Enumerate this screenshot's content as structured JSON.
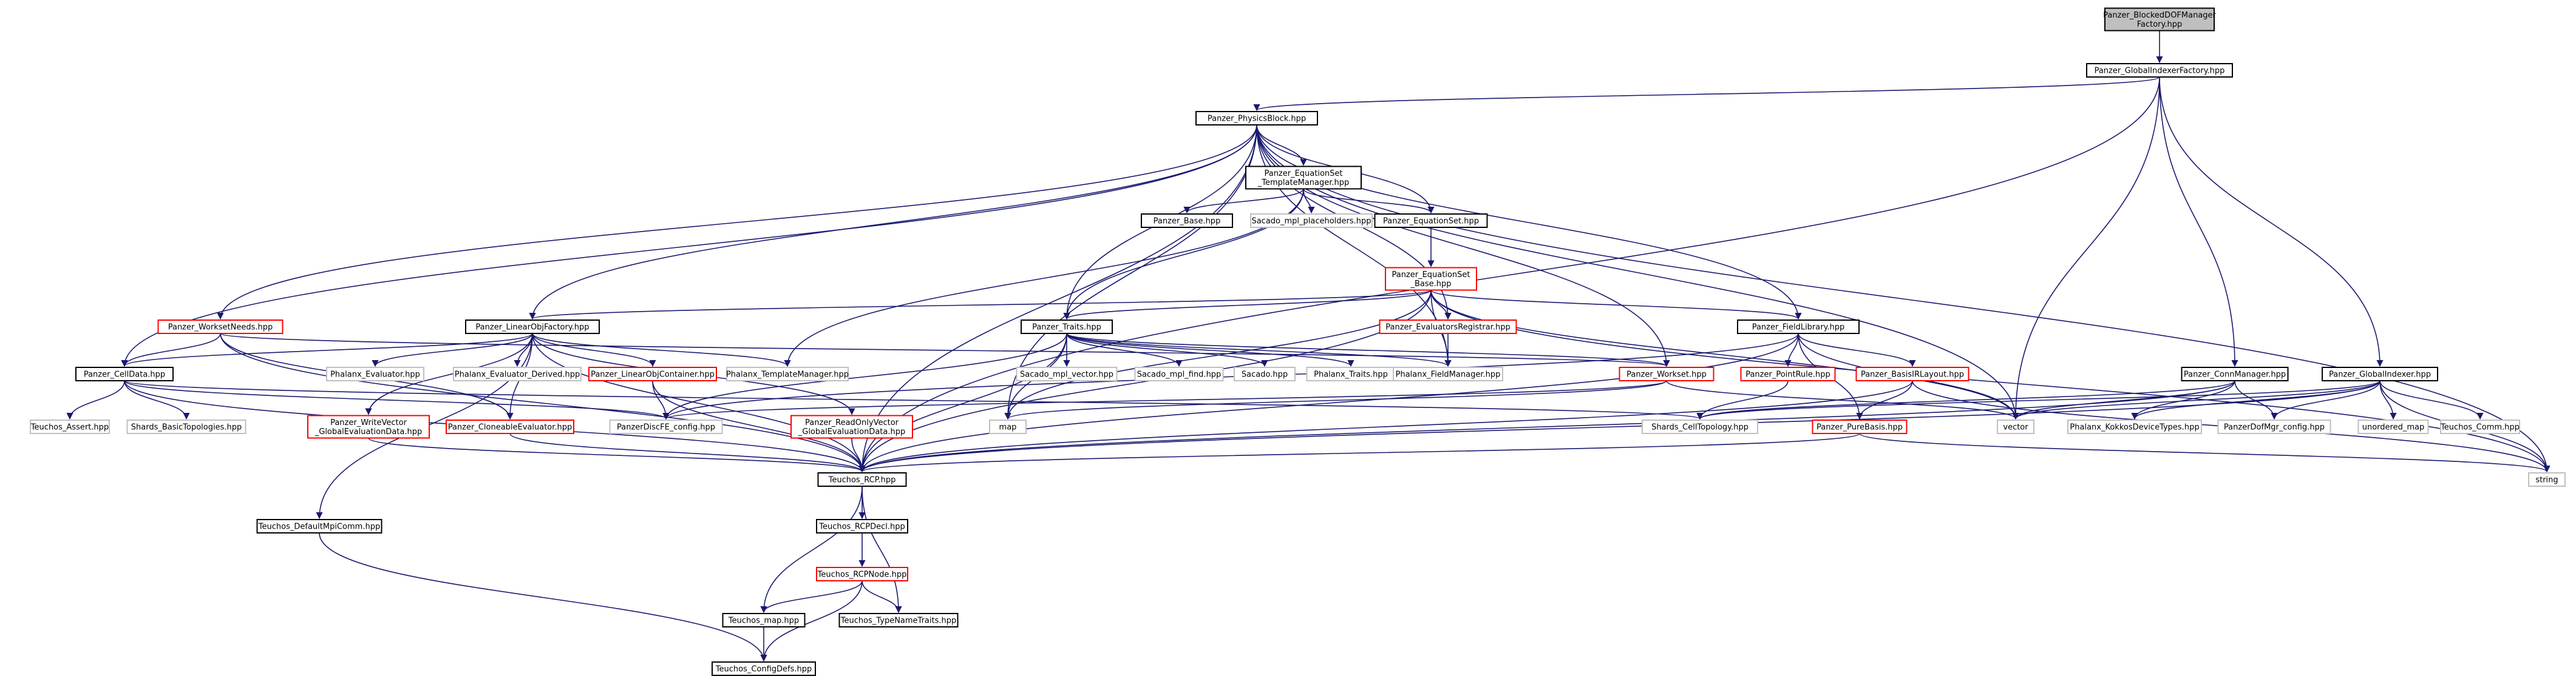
{
  "colors": {
    "edge": "#191970",
    "border_black": "#000000",
    "border_red": "#ff0000",
    "border_gray": "#bfbfbf",
    "root_fill": "#bfbfbf",
    "node_fill": "#ffffff"
  },
  "nodes": [
    {
      "id": "root",
      "label": "Panzer_BlockedDOFManager\nFactory.hpp",
      "style": "root"
    },
    {
      "id": "gif",
      "label": "Panzer_GlobalIndexerFactory.hpp",
      "style": "black"
    },
    {
      "id": "pb",
      "label": "Panzer_PhysicsBlock.hpp",
      "style": "black"
    },
    {
      "id": "estm",
      "label": "Panzer_EquationSet\n_TemplateManager.hpp",
      "style": "black"
    },
    {
      "id": "pbase",
      "label": "Panzer_Base.hpp",
      "style": "black"
    },
    {
      "id": "smph",
      "label": "Sacado_mpl_placeholders.hpp",
      "style": "gray"
    },
    {
      "id": "eqs",
      "label": "Panzer_EquationSet.hpp",
      "style": "black"
    },
    {
      "id": "esb",
      "label": "Panzer_EquationSet\n_Base.hpp",
      "style": "red"
    },
    {
      "id": "wn",
      "label": "Panzer_WorksetNeeds.hpp",
      "style": "red"
    },
    {
      "id": "lof",
      "label": "Panzer_LinearObjFactory.hpp",
      "style": "black"
    },
    {
      "id": "tr",
      "label": "Panzer_Traits.hpp",
      "style": "black"
    },
    {
      "id": "er",
      "label": "Panzer_EvaluatorsRegistrar.hpp",
      "style": "red"
    },
    {
      "id": "fl",
      "label": "Panzer_FieldLibrary.hpp",
      "style": "black"
    },
    {
      "id": "cm",
      "label": "Panzer_ConnManager.hpp",
      "style": "black"
    },
    {
      "id": "gi",
      "label": "Panzer_GlobalIndexer.hpp",
      "style": "black"
    },
    {
      "id": "cd",
      "label": "Panzer_CellData.hpp",
      "style": "black"
    },
    {
      "id": "pev",
      "label": "Phalanx_Evaluator.hpp",
      "style": "gray"
    },
    {
      "id": "pevd",
      "label": "Phalanx_Evaluator_Derived.hpp",
      "style": "gray"
    },
    {
      "id": "loc",
      "label": "Panzer_LinearObjContainer.hpp",
      "style": "red"
    },
    {
      "id": "ptm",
      "label": "Phalanx_TemplateManager.hpp",
      "style": "gray"
    },
    {
      "id": "smv",
      "label": "Sacado_mpl_vector.hpp",
      "style": "gray"
    },
    {
      "id": "smf",
      "label": "Sacado_mpl_find.hpp",
      "style": "gray"
    },
    {
      "id": "sac",
      "label": "Sacado.hpp",
      "style": "gray"
    },
    {
      "id": "ptr",
      "label": "Phalanx_Traits.hpp",
      "style": "gray"
    },
    {
      "id": "pfm",
      "label": "Phalanx_FieldManager.hpp",
      "style": "gray"
    },
    {
      "id": "ws",
      "label": "Panzer_Workset.hpp",
      "style": "red"
    },
    {
      "id": "prule",
      "label": "Panzer_PointRule.hpp",
      "style": "red"
    },
    {
      "id": "biel",
      "label": "Panzer_BasisIRLayout.hpp",
      "style": "red"
    },
    {
      "id": "ta",
      "label": "Teuchos_Assert.hpp",
      "style": "gray"
    },
    {
      "id": "sbt",
      "label": "Shards_BasicTopologies.hpp",
      "style": "gray"
    },
    {
      "id": "wv",
      "label": "Panzer_WriteVector\n_GlobalEvaluationData.hpp",
      "style": "red"
    },
    {
      "id": "ce",
      "label": "Panzer_CloneableEvaluator.hpp",
      "style": "red"
    },
    {
      "id": "pdfe",
      "label": "PanzerDiscFE_config.hpp",
      "style": "gray"
    },
    {
      "id": "rov",
      "label": "Panzer_ReadOnlyVector\n_GlobalEvaluationData.hpp",
      "style": "red"
    },
    {
      "id": "map",
      "label": "map",
      "style": "gray"
    },
    {
      "id": "sct",
      "label": "Shards_CellTopology.hpp",
      "style": "gray"
    },
    {
      "id": "pbasis",
      "label": "Panzer_PureBasis.hpp",
      "style": "red"
    },
    {
      "id": "vec",
      "label": "vector",
      "style": "gray"
    },
    {
      "id": "pkdt",
      "label": "Phalanx_KokkosDeviceTypes.hpp",
      "style": "gray"
    },
    {
      "id": "pdm",
      "label": "PanzerDofMgr_config.hpp",
      "style": "gray"
    },
    {
      "id": "umap",
      "label": "unordered_map",
      "style": "gray"
    },
    {
      "id": "tcomm",
      "label": "Teuchos_Comm.hpp",
      "style": "gray"
    },
    {
      "id": "str",
      "label": "string",
      "style": "gray"
    },
    {
      "id": "rcp",
      "label": "Teuchos_RCP.hpp",
      "style": "black"
    },
    {
      "id": "dmc",
      "label": "Teuchos_DefaultMpiComm.hpp",
      "style": "black"
    },
    {
      "id": "rcpd",
      "label": "Teuchos_RCPDecl.hpp",
      "style": "black"
    },
    {
      "id": "rcpn",
      "label": "Teuchos_RCPNode.hpp",
      "style": "red"
    },
    {
      "id": "tmap",
      "label": "Teuchos_map.hpp",
      "style": "black"
    },
    {
      "id": "tnt",
      "label": "Teuchos_TypeNameTraits.hpp",
      "style": "black"
    },
    {
      "id": "tcd",
      "label": "Teuchos_ConfigDefs.hpp",
      "style": "black"
    }
  ],
  "edges": [
    [
      "root",
      "gif"
    ],
    [
      "gif",
      "pb"
    ],
    [
      "gif",
      "rcp"
    ],
    [
      "gif",
      "vec"
    ],
    [
      "gif",
      "cm"
    ],
    [
      "gif",
      "gi"
    ],
    [
      "pb",
      "estm"
    ],
    [
      "pb",
      "eqs"
    ],
    [
      "pb",
      "tr"
    ],
    [
      "pb",
      "er"
    ],
    [
      "pb",
      "fl"
    ],
    [
      "pb",
      "lof"
    ],
    [
      "pb",
      "wn"
    ],
    [
      "pb",
      "cd"
    ],
    [
      "pb",
      "map"
    ],
    [
      "pb",
      "vec"
    ],
    [
      "pb",
      "str"
    ],
    [
      "pb",
      "rcp"
    ],
    [
      "pb",
      "pfm"
    ],
    [
      "pb",
      "ws"
    ],
    [
      "estm",
      "pbase"
    ],
    [
      "estm",
      "smph"
    ],
    [
      "estm",
      "eqs"
    ],
    [
      "estm",
      "tr"
    ],
    [
      "estm",
      "ptm"
    ],
    [
      "eqs",
      "esb"
    ],
    [
      "esb",
      "lof"
    ],
    [
      "esb",
      "tr"
    ],
    [
      "esb",
      "er"
    ],
    [
      "esb",
      "fl"
    ],
    [
      "esb",
      "pfm"
    ],
    [
      "esb",
      "map"
    ],
    [
      "esb",
      "vec"
    ],
    [
      "esb",
      "str"
    ],
    [
      "esb",
      "rcp"
    ],
    [
      "wn",
      "cd"
    ],
    [
      "wn",
      "rcp"
    ],
    [
      "wn",
      "ce"
    ],
    [
      "wn",
      "ws"
    ],
    [
      "lof",
      "cd"
    ],
    [
      "lof",
      "pev"
    ],
    [
      "lof",
      "pevd"
    ],
    [
      "lof",
      "loc"
    ],
    [
      "lof",
      "ptm"
    ],
    [
      "lof",
      "wv"
    ],
    [
      "lof",
      "ce"
    ],
    [
      "lof",
      "rov"
    ],
    [
      "lof",
      "rcp"
    ],
    [
      "lof",
      "dmc"
    ],
    [
      "tr",
      "smv"
    ],
    [
      "tr",
      "smf"
    ],
    [
      "tr",
      "sac"
    ],
    [
      "tr",
      "ptr"
    ],
    [
      "tr",
      "pfm"
    ],
    [
      "tr",
      "ws"
    ],
    [
      "tr",
      "map"
    ],
    [
      "tr",
      "pdfe"
    ],
    [
      "tr",
      "rcp"
    ],
    [
      "er",
      "pfm"
    ],
    [
      "fl",
      "prule"
    ],
    [
      "fl",
      "biel"
    ],
    [
      "fl",
      "pbasis"
    ],
    [
      "fl",
      "vec"
    ],
    [
      "fl",
      "rcp"
    ],
    [
      "fl",
      "pdfe"
    ],
    [
      "cm",
      "sct"
    ],
    [
      "cm",
      "vec"
    ],
    [
      "cm",
      "pdm"
    ],
    [
      "cm",
      "rcp"
    ],
    [
      "cm",
      "pkdt"
    ],
    [
      "gi",
      "pkdt"
    ],
    [
      "gi",
      "pdm"
    ],
    [
      "gi",
      "umap"
    ],
    [
      "gi",
      "tcomm"
    ],
    [
      "gi",
      "str"
    ],
    [
      "gi",
      "vec"
    ],
    [
      "gi",
      "rcp"
    ],
    [
      "gi",
      "sct"
    ],
    [
      "cd",
      "ta"
    ],
    [
      "cd",
      "sbt"
    ],
    [
      "cd",
      "pdfe"
    ],
    [
      "cd",
      "rcp"
    ],
    [
      "cd",
      "sct"
    ],
    [
      "loc",
      "pdfe"
    ],
    [
      "loc",
      "rcp"
    ],
    [
      "wv",
      "rcp"
    ],
    [
      "ce",
      "rcp"
    ],
    [
      "rov",
      "rcp"
    ],
    [
      "ws",
      "map"
    ],
    [
      "ws",
      "vec"
    ],
    [
      "ws",
      "pdfe"
    ],
    [
      "prule",
      "sct"
    ],
    [
      "biel",
      "pbasis"
    ],
    [
      "biel",
      "rcp"
    ],
    [
      "biel",
      "str"
    ],
    [
      "pbasis",
      "rcp"
    ],
    [
      "pbasis",
      "str"
    ],
    [
      "rcp",
      "rcpd"
    ],
    [
      "rcp",
      "tmap"
    ],
    [
      "rcp",
      "tnt"
    ],
    [
      "rcpd",
      "rcpn"
    ],
    [
      "rcpn",
      "tmap"
    ],
    [
      "rcpn",
      "tnt"
    ],
    [
      "rcpn",
      "tcd"
    ],
    [
      "tmap",
      "tcd"
    ],
    [
      "dmc",
      "tcd"
    ]
  ]
}
